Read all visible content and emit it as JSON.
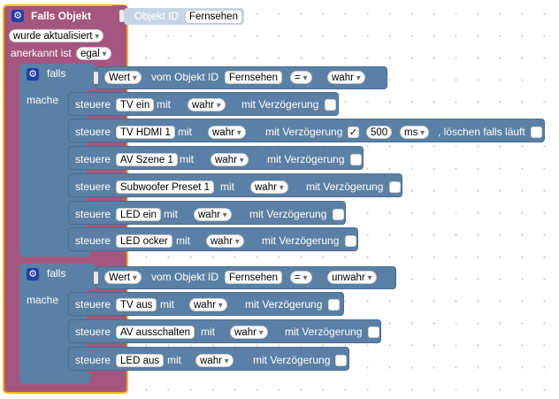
{
  "trigger": {
    "title": "Falls Objekt",
    "objekt_id_label": "Objekt ID",
    "objekt_id_value": "Fernsehen",
    "event_value": "wurde aktualisiert",
    "ack_label": "anerkannt ist",
    "ack_value": "egal"
  },
  "if1": {
    "falls_label": "falls",
    "mache_label": "mache",
    "cond": {
      "attr": "Wert",
      "vom_label": "vom Objekt ID",
      "object": "Fernsehen",
      "op": "=",
      "value": "wahr"
    },
    "rows": [
      {
        "steuere": "steuere",
        "target": "TV ein",
        "mit": "mit",
        "value": "wahr",
        "delay_label": "mit Verzögerung"
      },
      {
        "steuere": "steuere",
        "target": "TV HDMI 1",
        "mit": "mit",
        "value": "wahr",
        "delay_label": "mit Verzögerung",
        "checked": "✓",
        "delay_value": "500",
        "delay_unit": "ms",
        "clear_label": ", löschen falls läuft"
      },
      {
        "steuere": "steuere",
        "target": "AV Szene 1",
        "mit": "mit",
        "value": "wahr",
        "delay_label": "mit Verzögerung"
      },
      {
        "steuere": "steuere",
        "target": "Subwoofer Preset 1",
        "mit": "mit",
        "value": "wahr",
        "delay_label": "mit Verzögerung"
      },
      {
        "steuere": "steuere",
        "target": "LED ein",
        "mit": "mit",
        "value": "wahr",
        "delay_label": "mit Verzögerung"
      },
      {
        "steuere": "steuere",
        "target": "LED ocker",
        "mit": "mit",
        "value": "wahr",
        "delay_label": "mit Verzögerung"
      }
    ]
  },
  "if2": {
    "falls_label": "falls",
    "mache_label": "mache",
    "cond": {
      "attr": "Wert",
      "vom_label": "vom Objekt ID",
      "object": "Fernsehen",
      "op": "=",
      "value": "unwahr"
    },
    "rows": [
      {
        "steuere": "steuere",
        "target": "TV aus",
        "mit": "mit",
        "value": "wahr",
        "delay_label": "mit Verzögerung"
      },
      {
        "steuere": "steuere",
        "target": "AV ausschalten",
        "mit": "mit",
        "value": "wahr",
        "delay_label": "mit Verzögerung"
      },
      {
        "steuere": "steuere",
        "target": "LED aus",
        "mit": "mit",
        "value": "wahr",
        "delay_label": "mit Verzögerung"
      }
    ]
  },
  "colors": {
    "event_block": "#a5567f",
    "logic_block": "#5b80a5",
    "selection": "#f5b700",
    "gear": "#1e3fa6"
  },
  "icons": [
    "gear-icon",
    "chevron-down-icon",
    "checkbox-icon"
  ]
}
